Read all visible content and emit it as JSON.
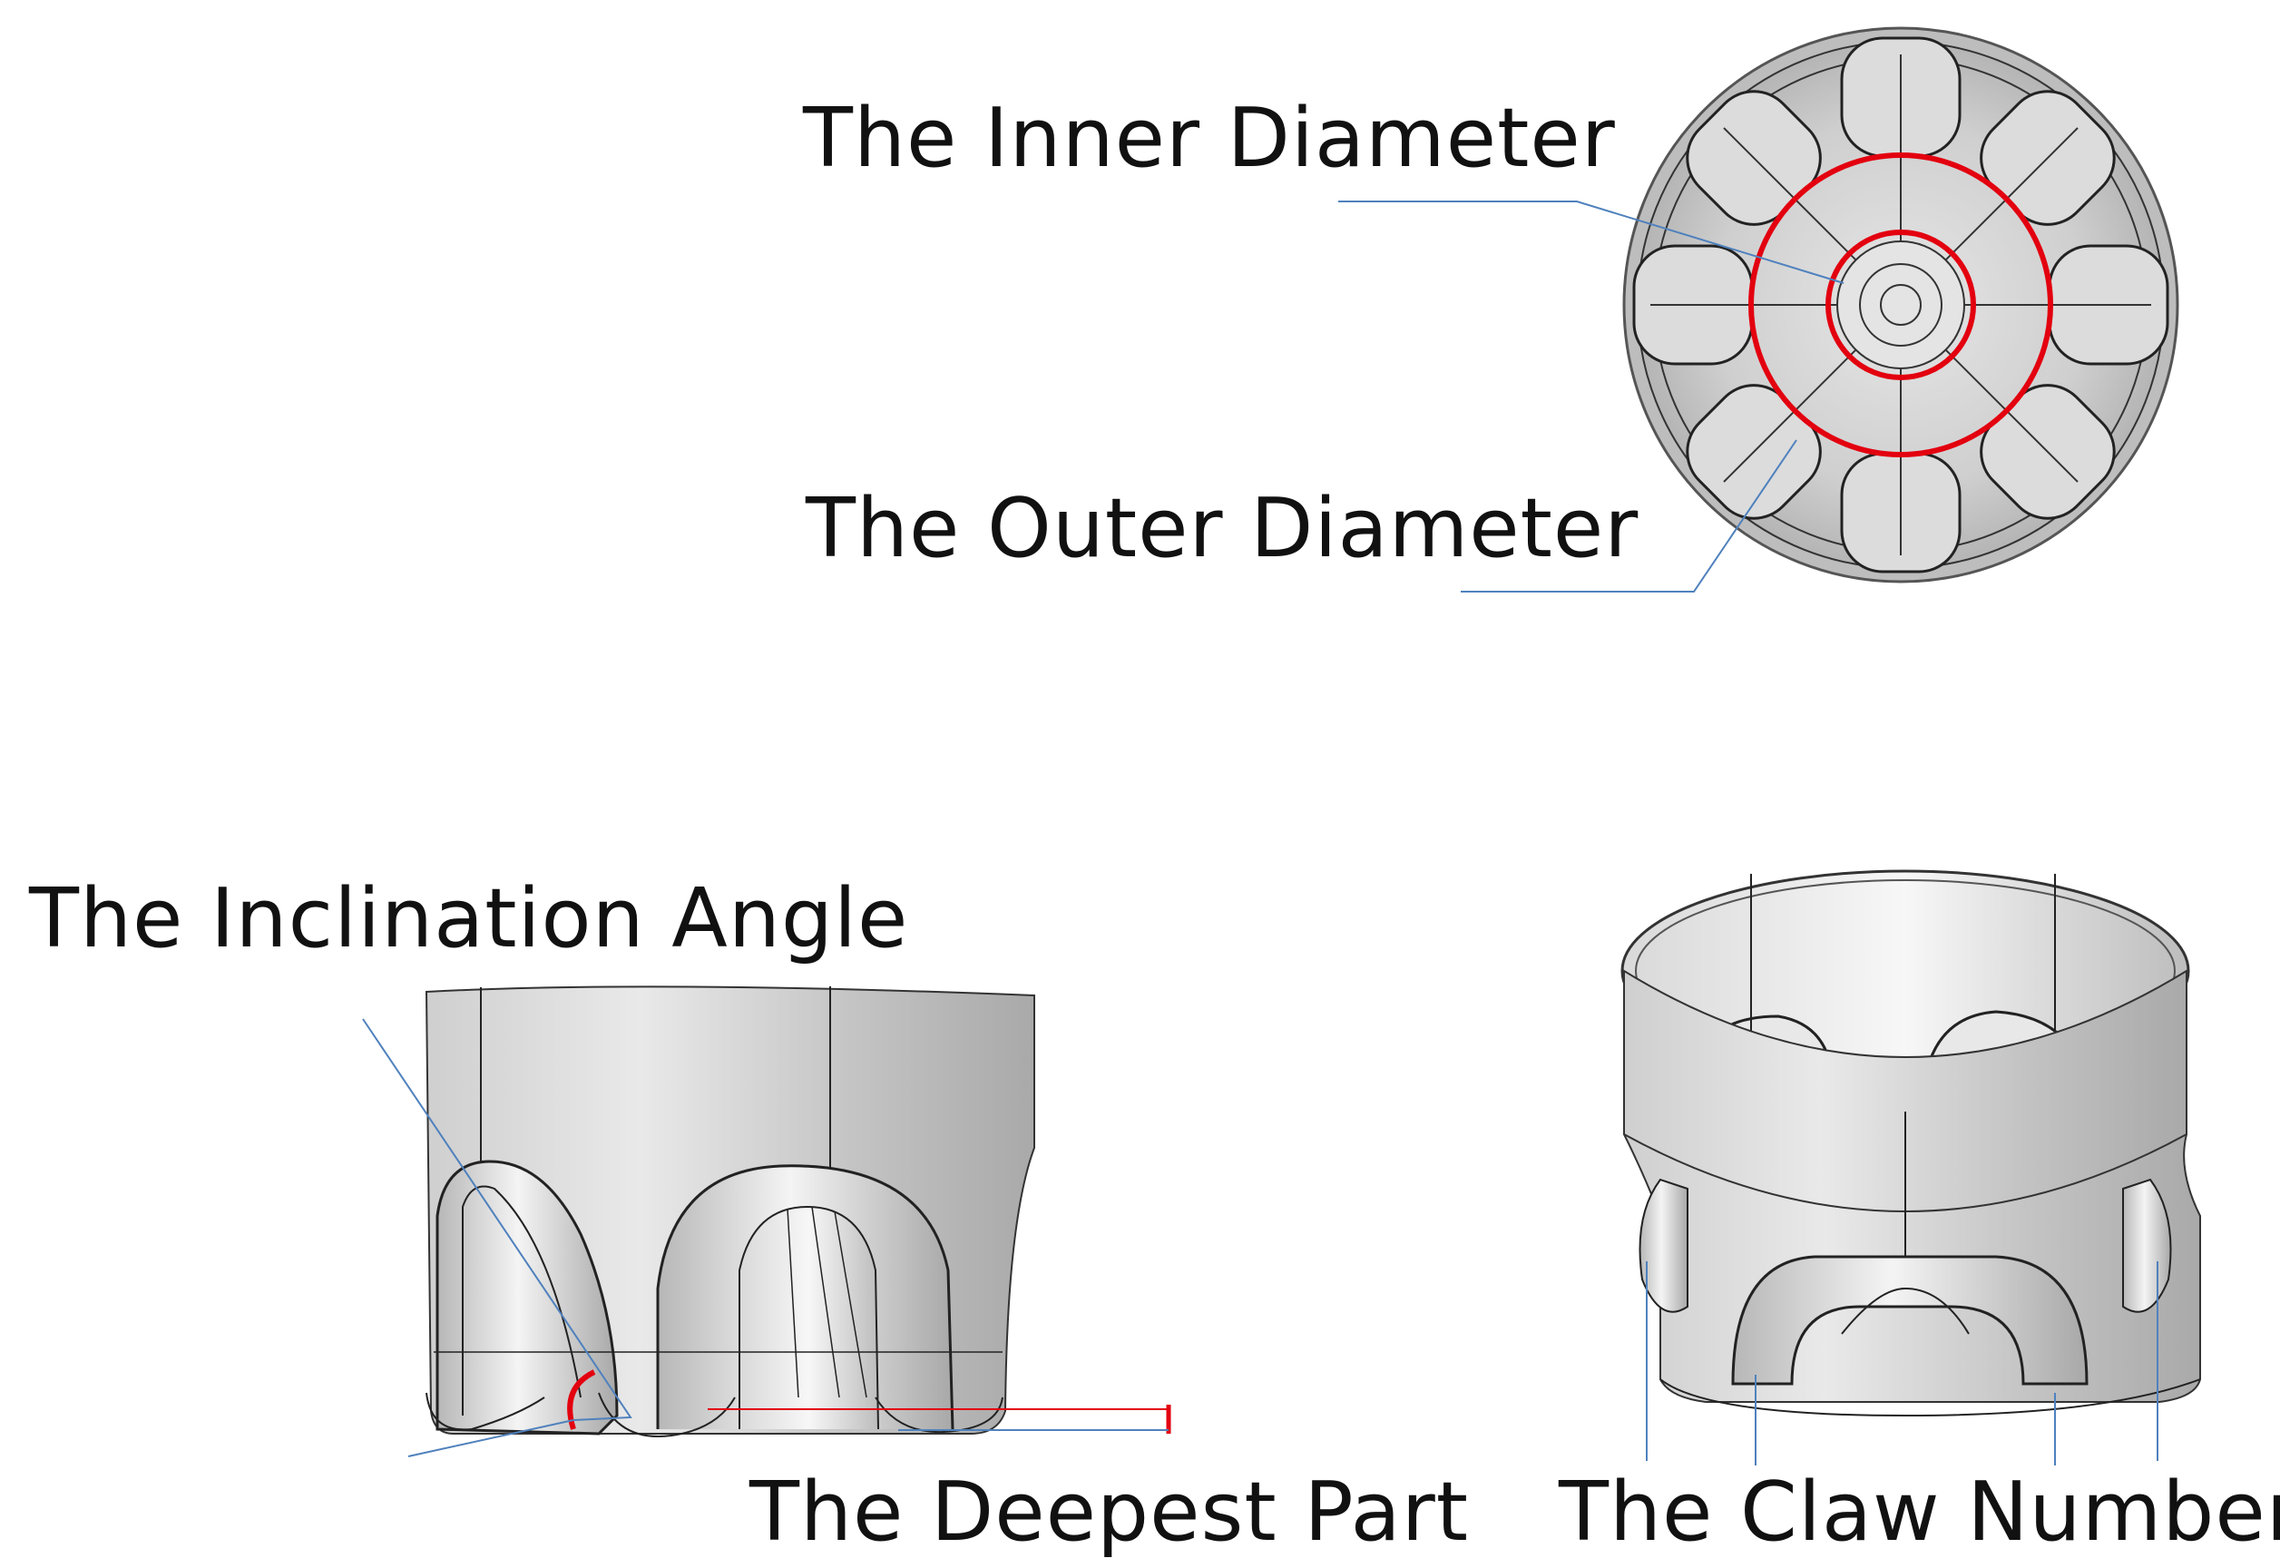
{
  "figure": {
    "labels": {
      "inner_diameter": "The Inner Diameter",
      "outer_diameter": "The Outer Diameter",
      "inclination_angle": "The Inclination Angle",
      "deepest_part": "The Deepest Part",
      "claw_number": "The Claw Number"
    },
    "colors": {
      "annotation_red": "#e3000f",
      "leader_blue": "#4f81bd",
      "model_gray": "#c9c9c9",
      "edge_dark": "#222222"
    }
  }
}
